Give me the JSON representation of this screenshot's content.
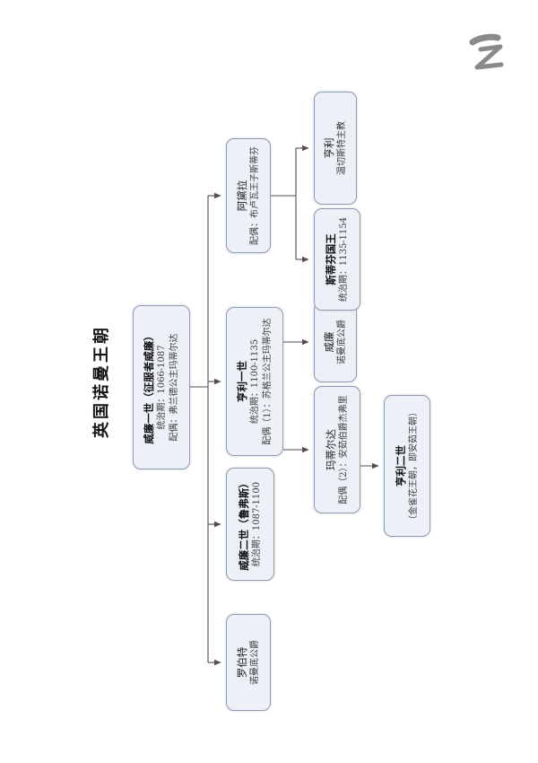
{
  "diagram": {
    "title": "英国诺曼王朝",
    "nodes": {
      "william1": {
        "name": "威廉一世（征服者威廉）",
        "detail1": "统治期：1066-1087",
        "detail2": "配偶：弗兰德公主玛蒂尔达"
      },
      "robert": {
        "name": "罗伯特",
        "detail1": "诺曼底公爵"
      },
      "william2": {
        "name": "威廉二世（鲁弗斯）",
        "detail1": "统治期：1087-1100"
      },
      "henry1": {
        "name": "亨利一世",
        "detail1": "统治期：1100-1135",
        "detail2": "配偶（1）：苏格兰公主玛蒂尔达"
      },
      "adela": {
        "name": "阿黛拉",
        "detail1": "配偶：布卢瓦王子斯蒂芬"
      },
      "matilda": {
        "name": "玛蒂尔达",
        "detail1": "配偶（2）：安茹伯爵杰弗里"
      },
      "william_duke": {
        "name": "威廉",
        "detail1": "诺曼底公爵"
      },
      "stephen": {
        "name": "斯蒂芬国王",
        "detail1": "统治期：1135-1154"
      },
      "henry_bishop": {
        "name": "亨利",
        "detail1": "温切斯特主教"
      },
      "henry2": {
        "name": "亨利二世",
        "detail1": "（金雀花王朝，即安茹王朝）"
      }
    },
    "colors": {
      "box_fill": "#edf1f7",
      "box_border": "#8e9bb0",
      "connector_line": "#4f4f4f",
      "watermark_gray": "#767676"
    },
    "watermark_icon": "handwritten-z-mark"
  }
}
